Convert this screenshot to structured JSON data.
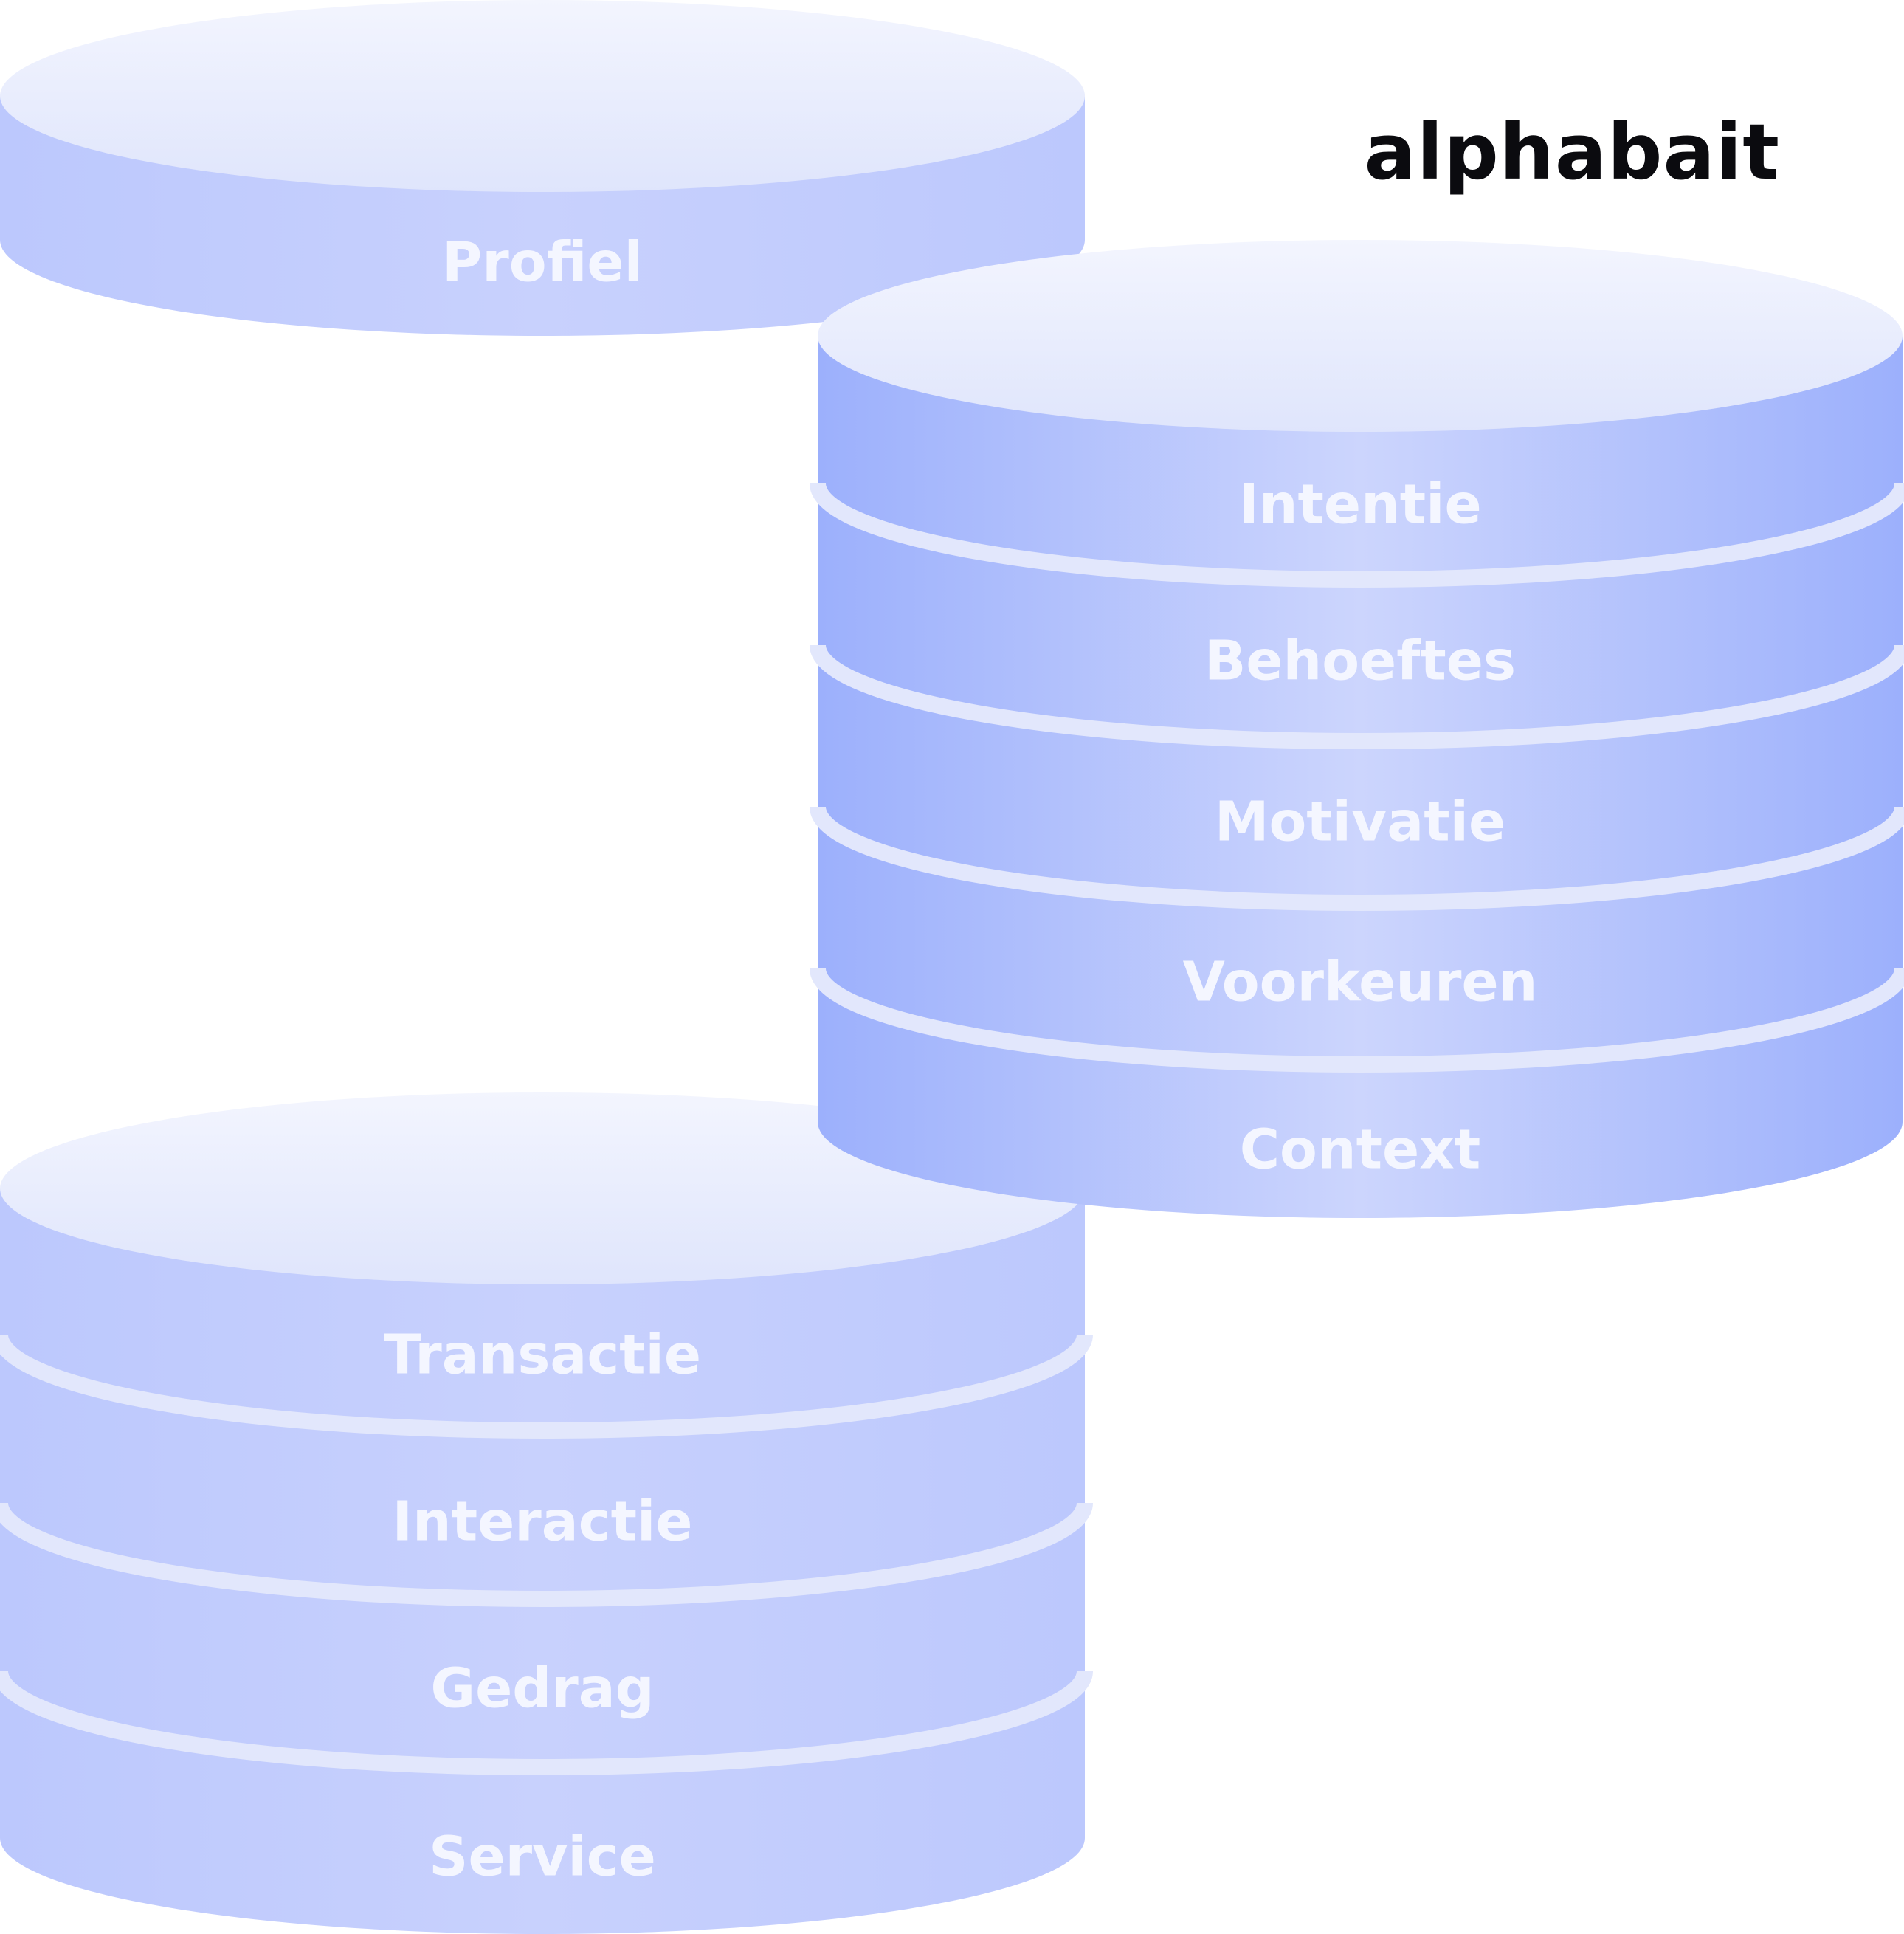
{
  "brand": {
    "name": "alphabait"
  },
  "stacks": [
    {
      "id": "profiel",
      "layers": [
        "Profiel"
      ]
    },
    {
      "id": "behaviour",
      "layers": [
        "Transactie",
        "Interactie",
        "Gedrag",
        "Service"
      ]
    },
    {
      "id": "intent",
      "layers": [
        "Intentie",
        "Behoeftes",
        "Motivatie",
        "Voorkeuren",
        "Context"
      ]
    }
  ],
  "colors": {
    "side_light": "#c6cffd",
    "side_dark": "#9cb0fc",
    "top_light": "#f2f4fe",
    "top_dark": "#dde3fb",
    "rim": "#e2e7fc",
    "label": "#f4f6ff",
    "brand": "#0b0b0f"
  }
}
